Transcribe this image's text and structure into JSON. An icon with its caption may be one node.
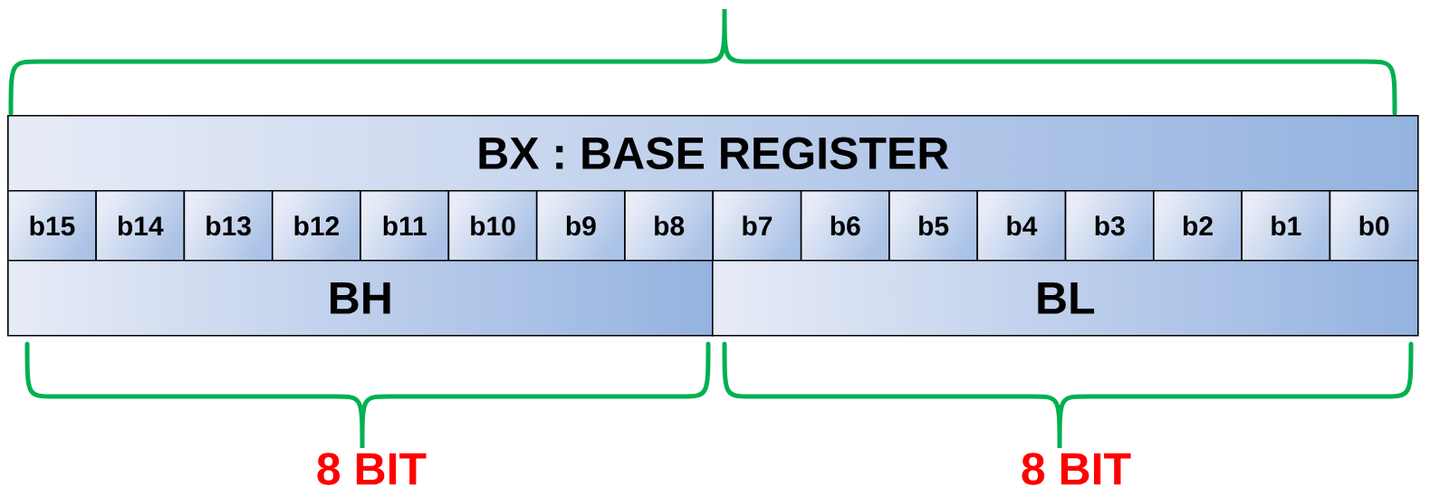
{
  "diagram": {
    "nodes": [
      {
        "text": [
          "BX  :   BASE REGISTER"
        ]
      },
      {
        "text": [
          "b15"
        ]
      },
      {
        "text": [
          "b14"
        ]
      },
      {
        "text": [
          "b13"
        ]
      },
      {
        "text": [
          "b12"
        ]
      },
      {
        "text": [
          "b11"
        ]
      },
      {
        "text": [
          "b10"
        ]
      },
      {
        "text": [
          "b9"
        ]
      },
      {
        "text": [
          "b8"
        ]
      },
      {
        "text": [
          "b7"
        ]
      },
      {
        "text": [
          "b6"
        ]
      },
      {
        "text": [
          "b5"
        ]
      },
      {
        "text": [
          "b4"
        ]
      },
      {
        "text": [
          "b3"
        ]
      },
      {
        "text": [
          "b2"
        ]
      },
      {
        "text": [
          "b1"
        ]
      },
      {
        "text": [
          "b0"
        ]
      },
      {
        "text": [
          "BH"
        ]
      },
      {
        "text": [
          "BL"
        ]
      }
    ],
    "labels": [
      "8  BIT",
      "8  BIT"
    ]
  }
}
